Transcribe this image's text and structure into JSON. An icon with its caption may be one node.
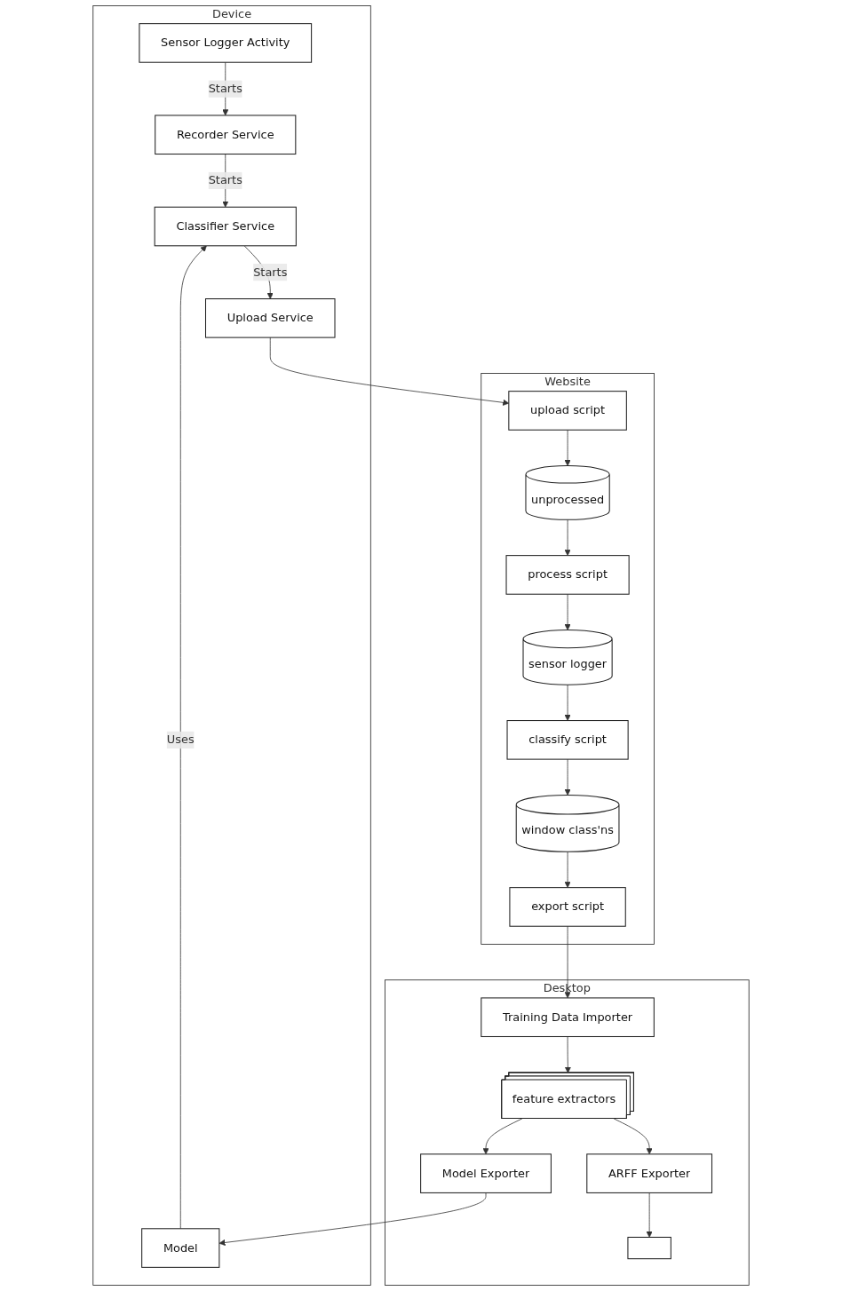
{
  "diagram": {
    "nodes": [
      {
        "text": [
          "Device"
        ]
      },
      {
        "text": [
          "Sensor Logger Activity"
        ],
        "in": 0
      },
      {
        "text": [
          "Recorder Service"
        ],
        "in": 0
      },
      {
        "text": [
          "Classifier Service"
        ],
        "in": 0
      },
      {
        "text": [
          "Model"
        ],
        "in": 0
      },
      {
        "text": [
          "Upload Service"
        ],
        "in": 0
      },
      {
        "text": [
          "Website"
        ]
      },
      {
        "text": [
          "export script"
        ],
        "in": 6
      },
      {
        "text": [
          "classify script"
        ],
        "in": 6
      },
      {
        "text": [
          "process script"
        ],
        "in": 6
      },
      {
        "text": [
          "upload script"
        ],
        "in": 6
      },
      {
        "text": [
          "window class'ns"
        ],
        "in": 6
      },
      {
        "text": [
          "sensor logger"
        ],
        "in": 6
      },
      {
        "text": [
          "unprocessed"
        ],
        "in": 6
      },
      {
        "text": [
          "Desktop"
        ]
      },
      {
        "text": [
          "Training Data Importer"
        ],
        "in": 14
      },
      {
        "text": [
          "feature extractors"
        ],
        "in": 14
      },
      {
        "text": [
          "Model Exporter"
        ],
        "in": 14
      },
      {
        "text": [
          "ARFF Exporter"
        ],
        "in": 14
      },
      {
        "text": [],
        "shape": "box",
        "in": 14
      }
    ],
    "edges": [
      {
        "from": 1,
        "to": 2,
        "arrow": "to",
        "label": "Starts"
      },
      {
        "from": 2,
        "to": 3,
        "arrow": "to",
        "label": "Starts"
      },
      {
        "from": 4,
        "to": 3,
        "arrow": "to",
        "label": "Uses"
      },
      {
        "from": 3,
        "to": 5,
        "arrow": "to",
        "label": "Starts"
      },
      {
        "from": 5,
        "to": 10,
        "arrow": "to"
      },
      {
        "from": 10,
        "to": 13,
        "arrow": "to"
      },
      {
        "from": 13,
        "to": 9,
        "arrow": "to"
      },
      {
        "from": 9,
        "to": 12,
        "arrow": "to"
      },
      {
        "from": 12,
        "to": 8,
        "arrow": "to"
      },
      {
        "from": 8,
        "to": 11,
        "arrow": "to"
      },
      {
        "from": 11,
        "to": 7,
        "arrow": "to"
      },
      {
        "from": 7,
        "to": 15,
        "arrow": "to"
      },
      {
        "from": 15,
        "to": 16,
        "arrow": "to"
      },
      {
        "from": 16,
        "to": 17,
        "arrow": "to"
      },
      {
        "from": 17,
        "to": 4,
        "arrow": "to"
      },
      {
        "from": 16,
        "to": 18,
        "arrow": "to"
      },
      {
        "from": 18,
        "to": 19,
        "arrow": "to"
      }
    ]
  }
}
